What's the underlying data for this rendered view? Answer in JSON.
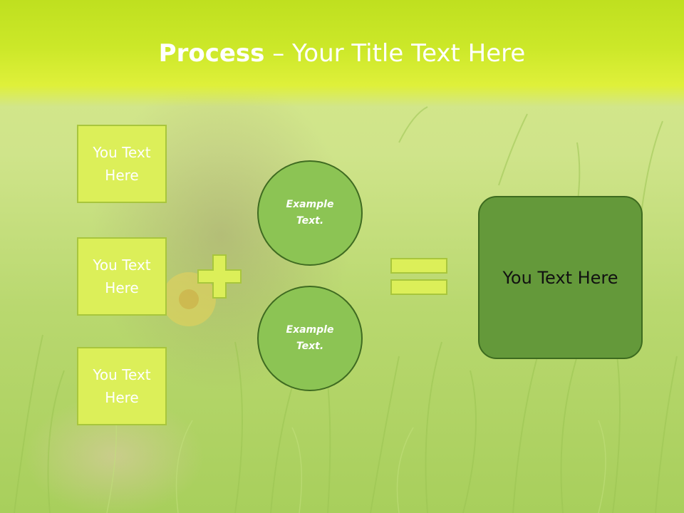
{
  "slide": {
    "title_bold": "Process",
    "title_dash": "–",
    "title_rest": "Your Title Text Here"
  },
  "diagram": {
    "boxes": [
      {
        "label": "You Text Here"
      },
      {
        "label": "You Text Here"
      },
      {
        "label": "You Text Here"
      }
    ],
    "circles": [
      {
        "label": "Example Text."
      },
      {
        "label": "Example Text."
      }
    ],
    "result": {
      "label": "You Text Here"
    },
    "operators": {
      "plus_icon": "plus-icon",
      "equals_icon": "equals-icon"
    }
  },
  "colors": {
    "header": "#cce829",
    "box_fill": "#dcef59",
    "circle_fill": "#8cc454",
    "result_fill": "#64993a"
  }
}
